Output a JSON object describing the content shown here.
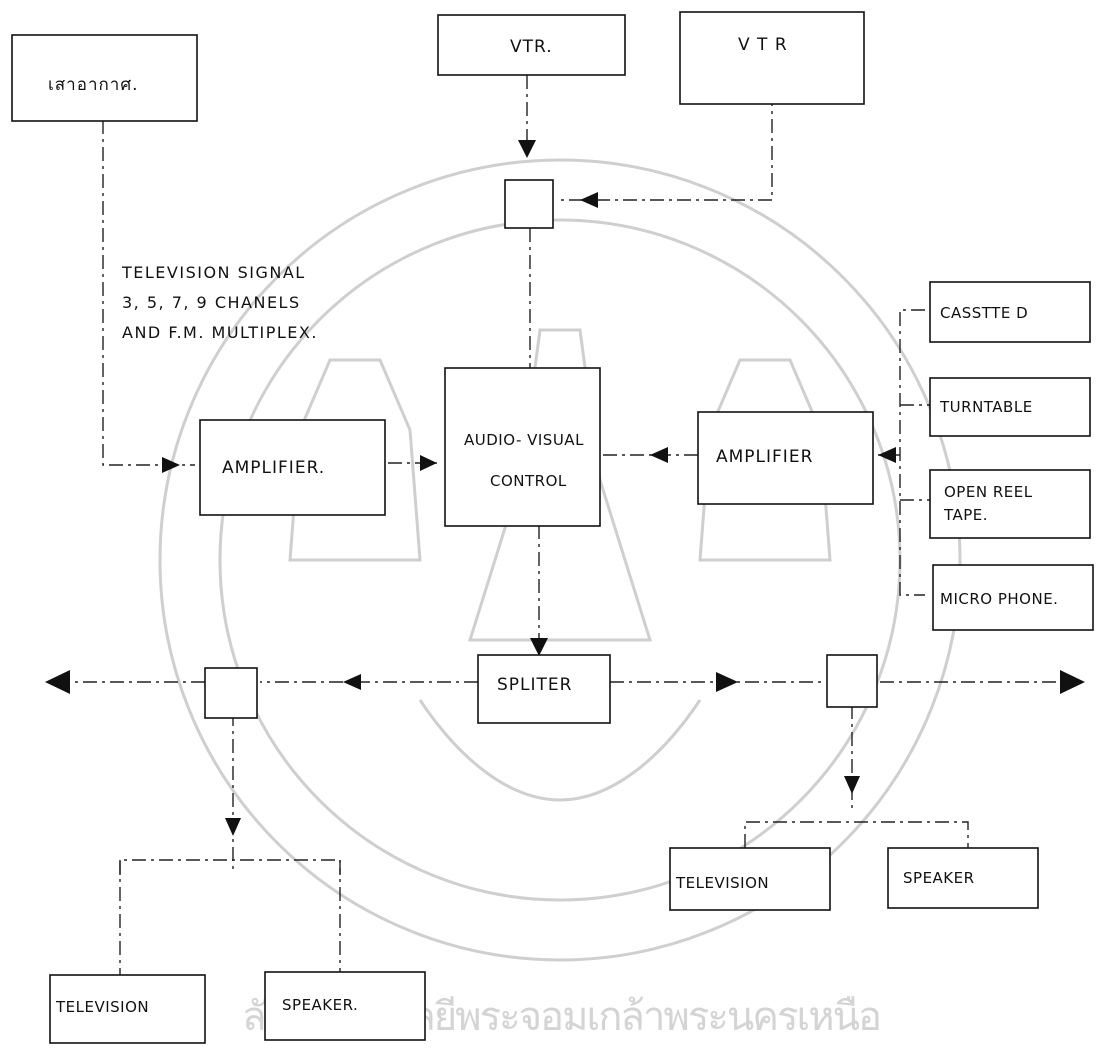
{
  "boxes": {
    "antenna": "เสาอากาศ.",
    "vtr1": "VTR.",
    "vtr2": "V T R",
    "amp_left": "AMPLIFIER.",
    "av_control_1": "AUDIO- VISUAL",
    "av_control_2": "CONTROL",
    "amp_right": "AMPLIFIER",
    "cassette": "CASSTTE D",
    "turntable": "TURNTABLE",
    "open_reel_1": "OPEN REEL",
    "open_reel_2": "TAPE.",
    "microphone": "MICRO PHONE.",
    "spliter": "SPLITER",
    "tv_left": "TELEVISION",
    "speaker_left": "SPEAKER.",
    "tv_right": "TELEVISION",
    "speaker_right": "SPEAKER"
  },
  "note": {
    "line1": "TELEVISION  SIGNAL",
    "line2": "3, 5, 7, 9  CHANELS",
    "line3": "AND  F.M. MULTIPLEX."
  },
  "watermark": {
    "text": "ลัยเทคโนโลยีพระจอมเกล้าพระนครเหนือ"
  }
}
